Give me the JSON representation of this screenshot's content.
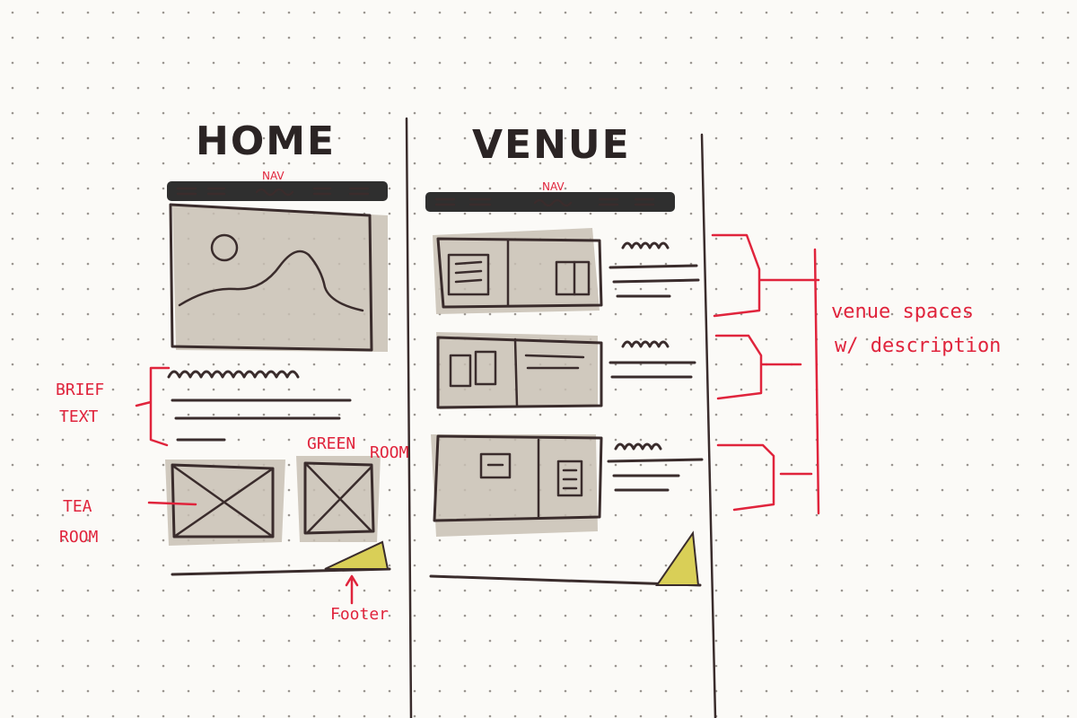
{
  "home": {
    "title": "HOME",
    "nav_label": "NAV",
    "annotations": {
      "brief_text_line1": "BRIEF",
      "brief_text_line2": "TEXT",
      "tea_room_line1": "TEA",
      "tea_room_line2": "ROOM",
      "green_room_line1": "GREEN",
      "green_room_line2": "ROOM",
      "footer": "Footer"
    }
  },
  "venue": {
    "title": "VENUE",
    "nav_label": "NAV",
    "annotations": {
      "venue_spaces_line1": "venue spaces",
      "venue_spaces_line2": "w/ description"
    }
  },
  "colors": {
    "ink": "#3a2c2c",
    "annotation": "#e0243c",
    "wash": "#c8bfb4",
    "footer_fill": "#d9cf57",
    "nav_bar": "#2f2f2f",
    "paper": "#fbfaf7"
  }
}
